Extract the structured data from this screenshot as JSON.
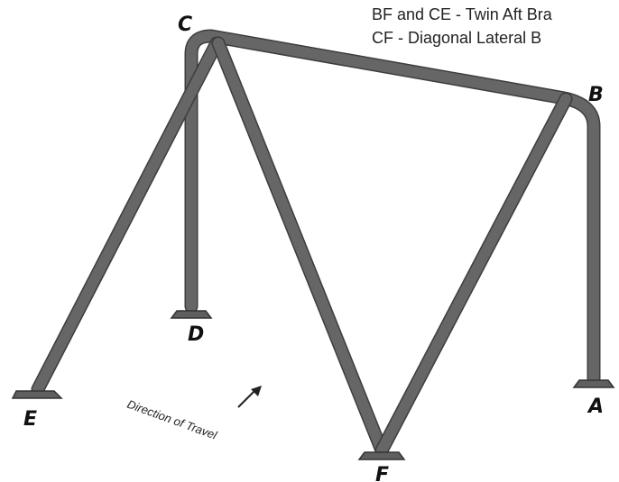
{
  "legend": {
    "line1": "BF and CE - Twin Aft Bra",
    "line2": "CF - Diagonal  Lateral B"
  },
  "points": {
    "c": "C",
    "b": "B",
    "d": "D",
    "a": "A",
    "e": "E",
    "f": "F"
  },
  "direction_label": "Direction of Travel",
  "colors": {
    "tube": "#666666",
    "tube_edge": "#3d3d3d"
  }
}
